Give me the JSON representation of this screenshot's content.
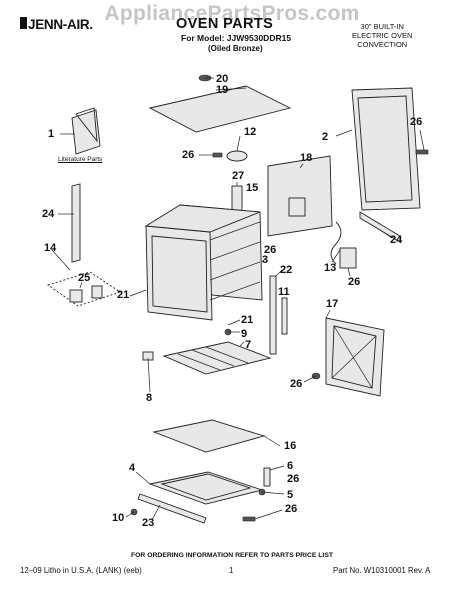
{
  "watermark": "AppliancePartsPros.com",
  "brand": "JENN-AIR.",
  "title": "OVEN PARTS",
  "model_line": "For Model: JJW9530DDR15",
  "finish": "(Oiled Bronze)",
  "product_type": [
    "30\" BUILT-IN",
    "ELECTRIC OVEN",
    "CONVECTION"
  ],
  "literature_label": "Literature Parts",
  "callouts": [
    "20",
    "19",
    "1",
    "12",
    "26",
    "26",
    "2",
    "18",
    "27",
    "15",
    "24",
    "24",
    "14",
    "25",
    "21",
    "3",
    "26",
    "22",
    "13",
    "11",
    "26",
    "17",
    "21",
    "9",
    "7",
    "8",
    "26",
    "16",
    "6",
    "4",
    "26",
    "5",
    "10",
    "23",
    "26"
  ],
  "footer": {
    "ordering_note": "FOR ORDERING INFORMATION REFER TO PARTS PRICE LIST",
    "litho": "12–09 Litho in U.S.A. (LANK) (eeb)",
    "page_number": "1",
    "part_number": "Part No. W10310001 Rev. A"
  }
}
